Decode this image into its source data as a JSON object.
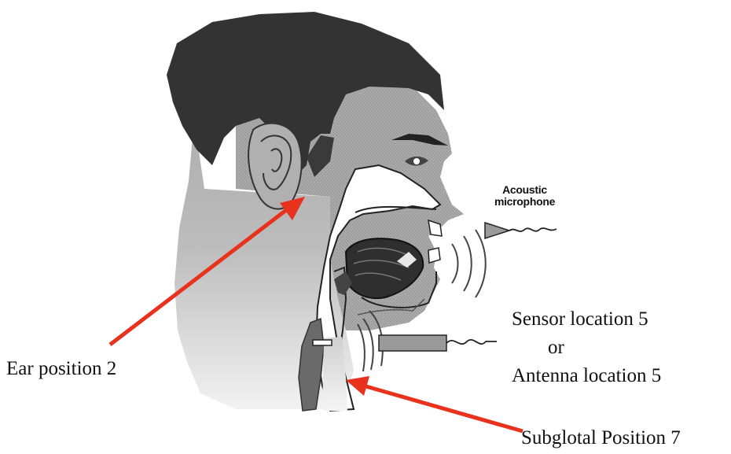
{
  "labels": {
    "acoustic_microphone_line1": "Acoustic",
    "acoustic_microphone_line2": "microphone",
    "sensor_location": "Sensor location 5",
    "or": "or",
    "antenna_location": "Antenna location 5",
    "ear_position": "Ear position 2",
    "subglottal_position": "Subglotal Position  7"
  },
  "colors": {
    "arrow": "#e8321e",
    "hair": "#333333",
    "skin": "#a6a6a6",
    "sensor_body": "#9a9a9a"
  },
  "icons": {
    "microphone": "microphone-icon",
    "sensor": "sensor-probe-icon"
  }
}
